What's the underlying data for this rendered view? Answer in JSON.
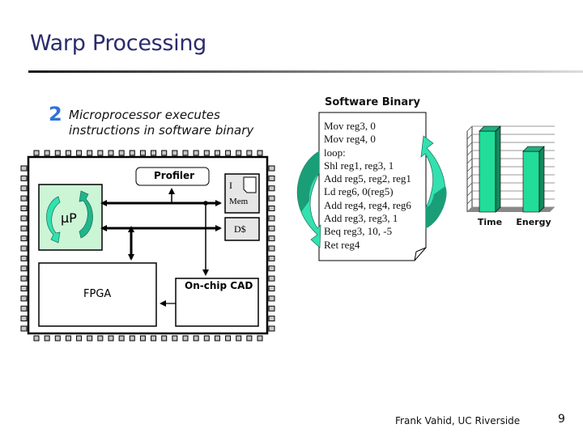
{
  "slide": {
    "title": "Warp Processing",
    "step": {
      "number": "2",
      "text_line1": "Microprocessor executes",
      "text_line2": "instructions in software binary"
    },
    "footer": {
      "credit": "Frank Vahid, UC Riverside",
      "page_number": "9"
    }
  },
  "chip_diagram": {
    "blocks": {
      "profiler": "Profiler",
      "microprocessor": "µP",
      "imem_line1": "I",
      "imem_line2": "Mem",
      "dcache": "D$",
      "fpga": "FPGA",
      "onchip_cad": "On-chip CAD"
    },
    "colors": {
      "processor_fill": "#ccf5d6",
      "arrow_light": "#33e0b0",
      "arrow_dark": "#1a9e78",
      "memory_fill": "#e6e6e6",
      "pin_fill": "#c8c8c8"
    }
  },
  "software_binary": {
    "title": "Software Binary",
    "lines": [
      "Mov reg3, 0",
      "Mov reg4, 0",
      "loop:",
      "Shl reg1, reg3, 1",
      "Add reg5, reg2, reg1",
      "Ld reg6, 0(reg5)",
      "Add reg4, reg4, reg6",
      "Add reg3, reg3, 1",
      "Beq reg3, 10, -5",
      "Ret reg4"
    ]
  },
  "chart_data": {
    "type": "bar",
    "title": "",
    "categories": [
      "Time",
      "Energy"
    ],
    "values": [
      10,
      7.5
    ],
    "xlabel": "",
    "ylabel": "",
    "ylim": [
      0,
      10
    ],
    "grid": true,
    "gridlines": 10,
    "style": "3d",
    "bar_color": "#22dd99",
    "bar_side_color": "#128a5e"
  }
}
